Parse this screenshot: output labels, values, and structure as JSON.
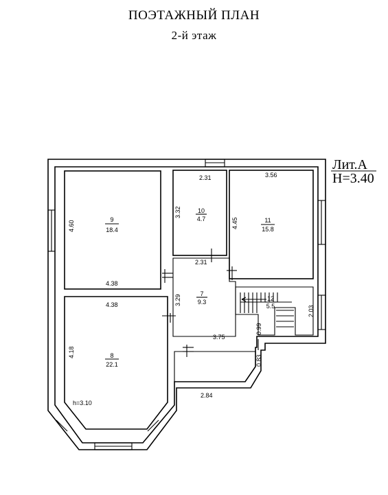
{
  "header": {
    "title": "ПОЭТАЖНЫЙ ПЛАН",
    "subtitle": "2-й этаж"
  },
  "stamp": {
    "lit": "Лит.А",
    "height": "Н=3.40"
  },
  "rooms": [
    {
      "id": "9",
      "area": "18.4"
    },
    {
      "id": "10",
      "area": "4.7"
    },
    {
      "id": "11",
      "area": "15.8"
    },
    {
      "id": "7",
      "area": "9.3"
    },
    {
      "id": "12",
      "area": "5.5"
    },
    {
      "id": "8",
      "area": "22.1"
    }
  ],
  "dimensions": {
    "room9_height": "4.60",
    "room9_width": "4.38",
    "room10_width": "2.31",
    "room10_height": "3.32",
    "room11_width": "3.56",
    "room11_height": "4.45",
    "room7_top": "2.31",
    "room7_height": "3.29",
    "room7_bottom": "3.75",
    "room12_height": "2.03",
    "room12_stair": "0.99",
    "room8_width": "4.38",
    "room8_height": "4.18",
    "room8_ceiling": "h=3.10",
    "balcony_width": "2.84",
    "balcony_height": "0.83"
  }
}
